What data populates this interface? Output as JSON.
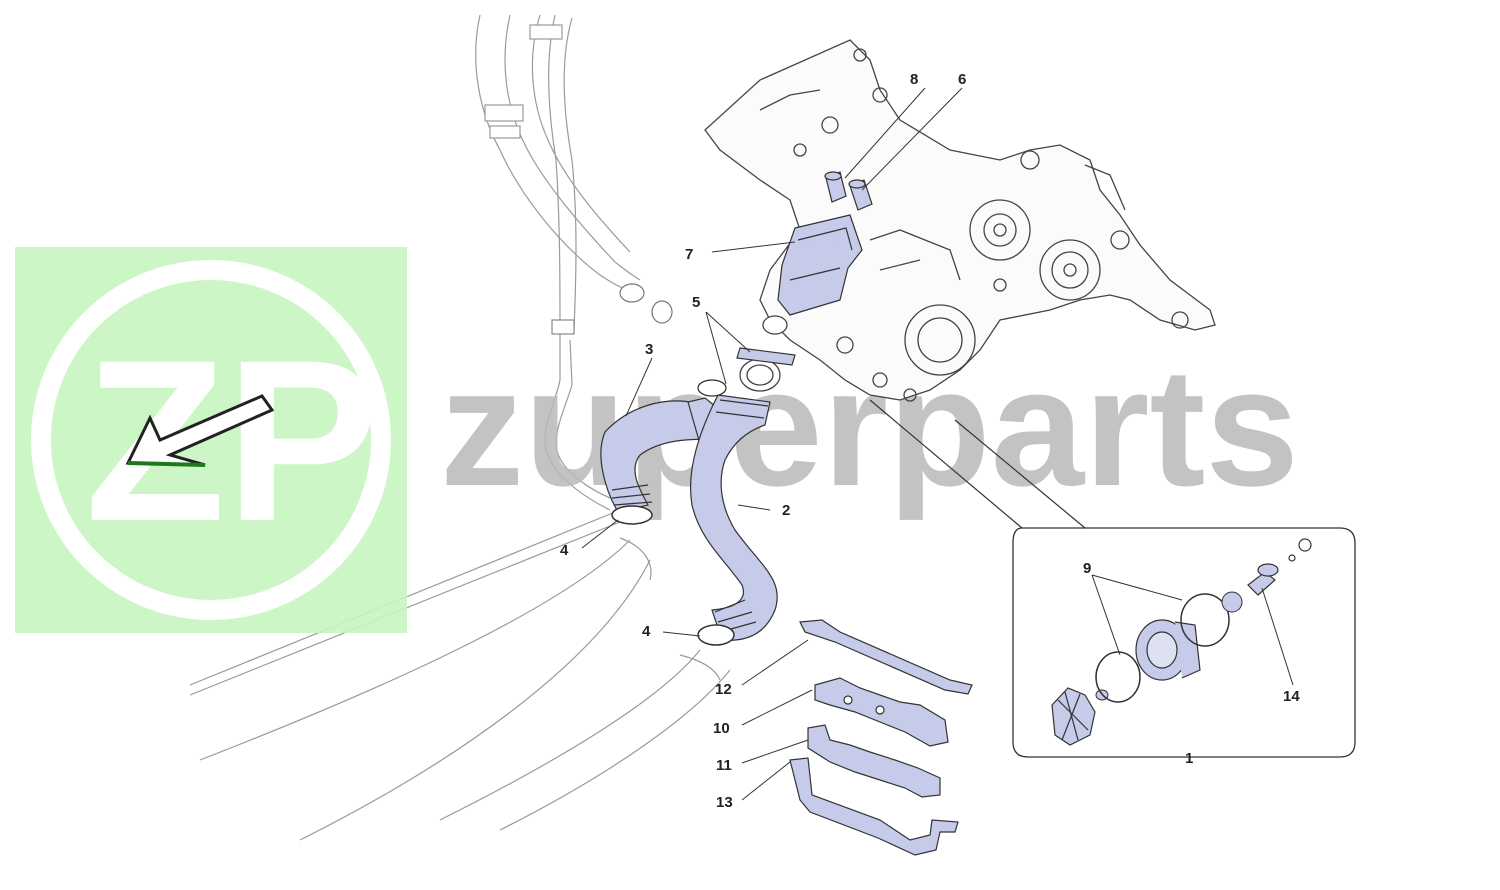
{
  "watermark": {
    "logo_text": "ZP",
    "brand_text": "zuperparts",
    "logo_green": "#c8f5c0",
    "brand_gray": "#b9b9b9"
  },
  "diagram": {
    "part_fill": "#c5cbe8",
    "line_color": "#333333",
    "callouts": {
      "c1": "1",
      "c2": "2",
      "c3": "3",
      "c4a": "4",
      "c4b": "4",
      "c5": "5",
      "c6": "6",
      "c7": "7",
      "c8": "8",
      "c9": "9",
      "c10": "10",
      "c11": "11",
      "c12": "12",
      "c13": "13",
      "c14": "14"
    }
  }
}
